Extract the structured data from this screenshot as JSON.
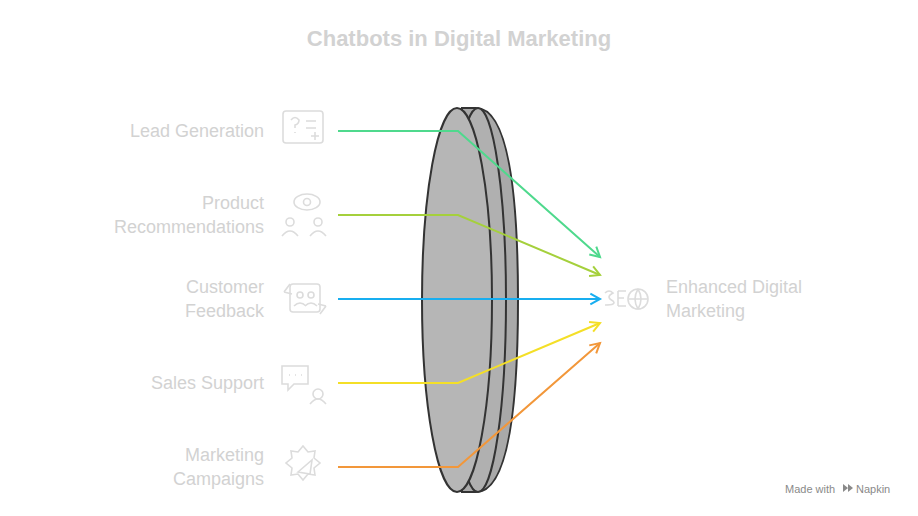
{
  "diagram": {
    "title": "Chatbots in Digital Marketing",
    "nodes": [
      {
        "text": [
          "Lead Generation"
        ]
      },
      {
        "text": [
          "Product Recommendations"
        ]
      },
      {
        "text": [
          "Customer Feedback"
        ]
      },
      {
        "text": [
          "Sales Support"
        ]
      },
      {
        "text": [
          "Marketing Campaigns"
        ]
      },
      {
        "text": [
          "Enhanced Digital Marketing"
        ]
      }
    ],
    "edges": [
      {
        "from": 0,
        "to": 5,
        "arrow": "to"
      },
      {
        "from": 1,
        "to": 5,
        "arrow": "to"
      },
      {
        "from": 2,
        "to": 5,
        "arrow": "to"
      },
      {
        "from": 3,
        "to": 5,
        "arrow": "to"
      },
      {
        "from": 4,
        "to": 5,
        "arrow": "to"
      }
    ],
    "labels": [
      "Made with",
      "Napkin"
    ]
  }
}
